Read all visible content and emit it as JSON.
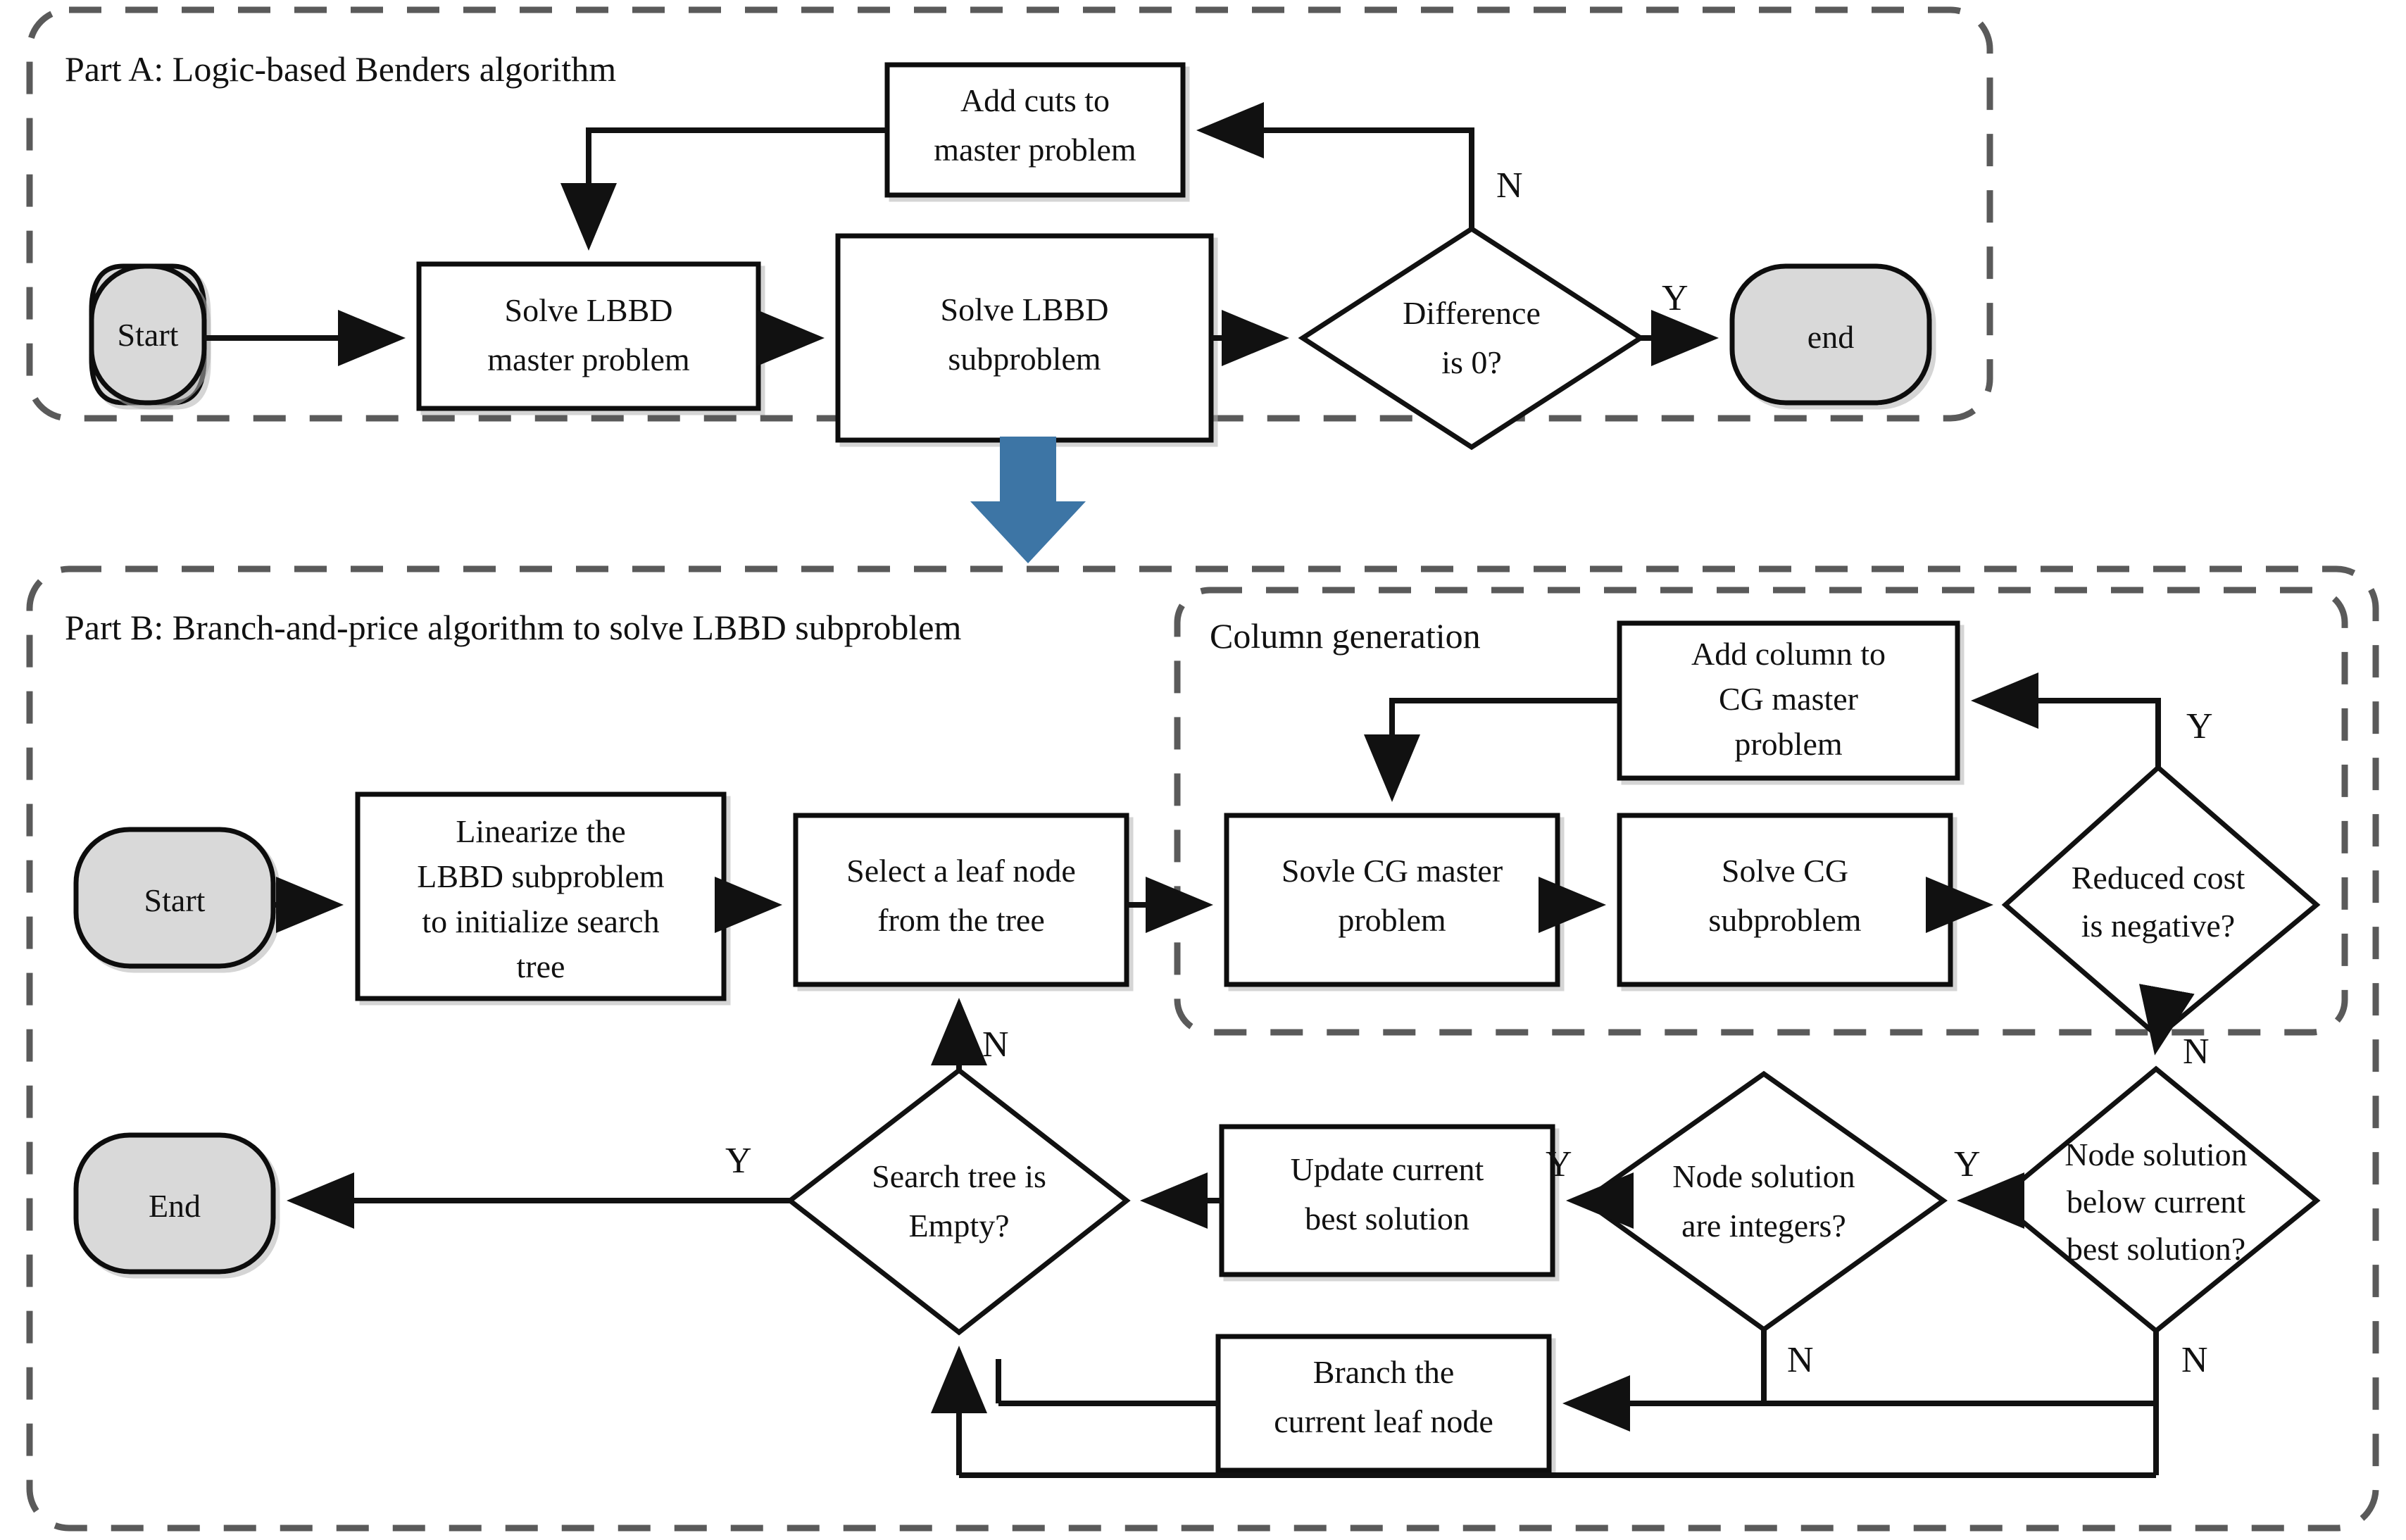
{
  "diagram": {
    "type": "flowchart",
    "sections": [
      {
        "id": "part-a",
        "label": "Part A: Logic-based Benders algorithm"
      },
      {
        "id": "part-b",
        "label": "Part B: Branch-and-price algorithm to solve LBBD subproblem"
      },
      {
        "id": "column-generation",
        "label": "Column generation"
      }
    ],
    "colors": {
      "terminal_fill": "#d9d9d9",
      "process_fill": "#ffffff",
      "stroke": "#111111",
      "section_border": "#555555",
      "transition_arrow": "#3d75a5"
    },
    "part_a": {
      "nodes": {
        "start": {
          "label": "Start",
          "shape": "terminal"
        },
        "solve_master": {
          "label_line1": "Solve LBBD",
          "label_line2": "master problem",
          "shape": "process"
        },
        "solve_sub": {
          "label_line1": "Solve LBBD",
          "label_line2": "subproblem",
          "shape": "process"
        },
        "add_cuts": {
          "label_line1": "Add cuts to",
          "label_line2": "master problem",
          "shape": "process"
        },
        "difference": {
          "label_line1": "Difference",
          "label_line2": "is 0?",
          "shape": "decision"
        },
        "end": {
          "label": "end",
          "shape": "terminal"
        }
      },
      "edge_labels": {
        "difference_no": "N",
        "difference_yes": "Y"
      }
    },
    "part_b": {
      "nodes": {
        "start": {
          "label": "Start",
          "shape": "terminal"
        },
        "linearize": {
          "label_line1": "Linearize the",
          "label_line2": "LBBD subproblem",
          "label_line3": "to initialize search",
          "label_line4": "tree",
          "shape": "process"
        },
        "select_leaf": {
          "label_line1": "Select a leaf node",
          "label_line2": "from the tree",
          "shape": "process"
        },
        "cg_master": {
          "label_line1": "Sovle CG master",
          "label_line2": "problem",
          "shape": "process"
        },
        "cg_sub": {
          "label_line1": "Solve CG",
          "label_line2": "subproblem",
          "shape": "process"
        },
        "add_column": {
          "label_line1": "Add column to",
          "label_line2": "CG master",
          "label_line3": "problem",
          "shape": "process"
        },
        "reduced_cost": {
          "label_line1": "Reduced cost",
          "label_line2": "is negative?",
          "shape": "decision"
        },
        "node_below_best": {
          "label_line1": "Node solution",
          "label_line2": "below current",
          "label_line3": "best solution?",
          "shape": "decision"
        },
        "node_integers": {
          "label_line1": "Node solution",
          "label_line2": "are integers?",
          "shape": "decision"
        },
        "update_best": {
          "label_line1": "Update current",
          "label_line2": "best solution",
          "shape": "process"
        },
        "search_empty": {
          "label_line1": "Search tree is",
          "label_line2": "Empty?",
          "shape": "decision"
        },
        "branch": {
          "label_line1": "Branch the",
          "label_line2": "current leaf node",
          "shape": "process"
        },
        "end": {
          "label": "End",
          "shape": "terminal"
        }
      },
      "edge_labels": {
        "reduced_cost_yes": "Y",
        "reduced_cost_no": "N",
        "node_below_best_yes": "Y",
        "node_below_best_no": "N",
        "node_integers_yes": "Y",
        "node_integers_no": "N",
        "search_empty_yes": "Y",
        "search_empty_no": "N"
      }
    }
  }
}
